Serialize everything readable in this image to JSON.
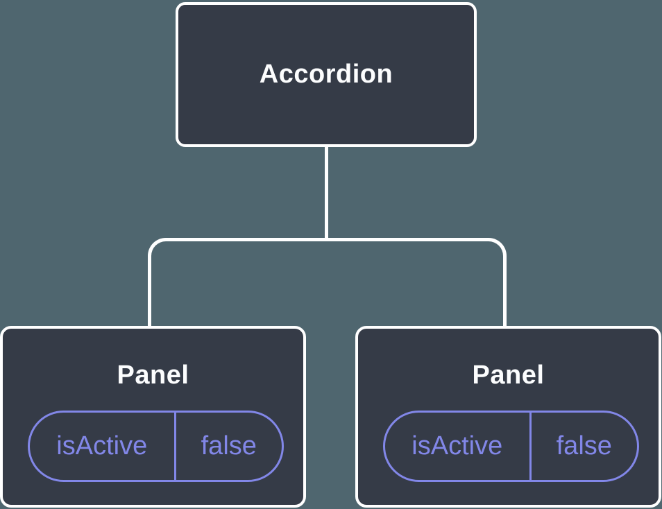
{
  "diagram": {
    "type": "component-tree",
    "colors": {
      "background": "#4F666F",
      "node_fill": "#353B47",
      "connector": "#FFFFFF",
      "title_text": "#FCFDFE",
      "accent": "#8287E8"
    },
    "root": {
      "label": "Accordion"
    },
    "children": [
      {
        "label": "Panel",
        "state": {
          "key": "isActive",
          "value": "false"
        }
      },
      {
        "label": "Panel",
        "state": {
          "key": "isActive",
          "value": "false"
        }
      }
    ]
  }
}
